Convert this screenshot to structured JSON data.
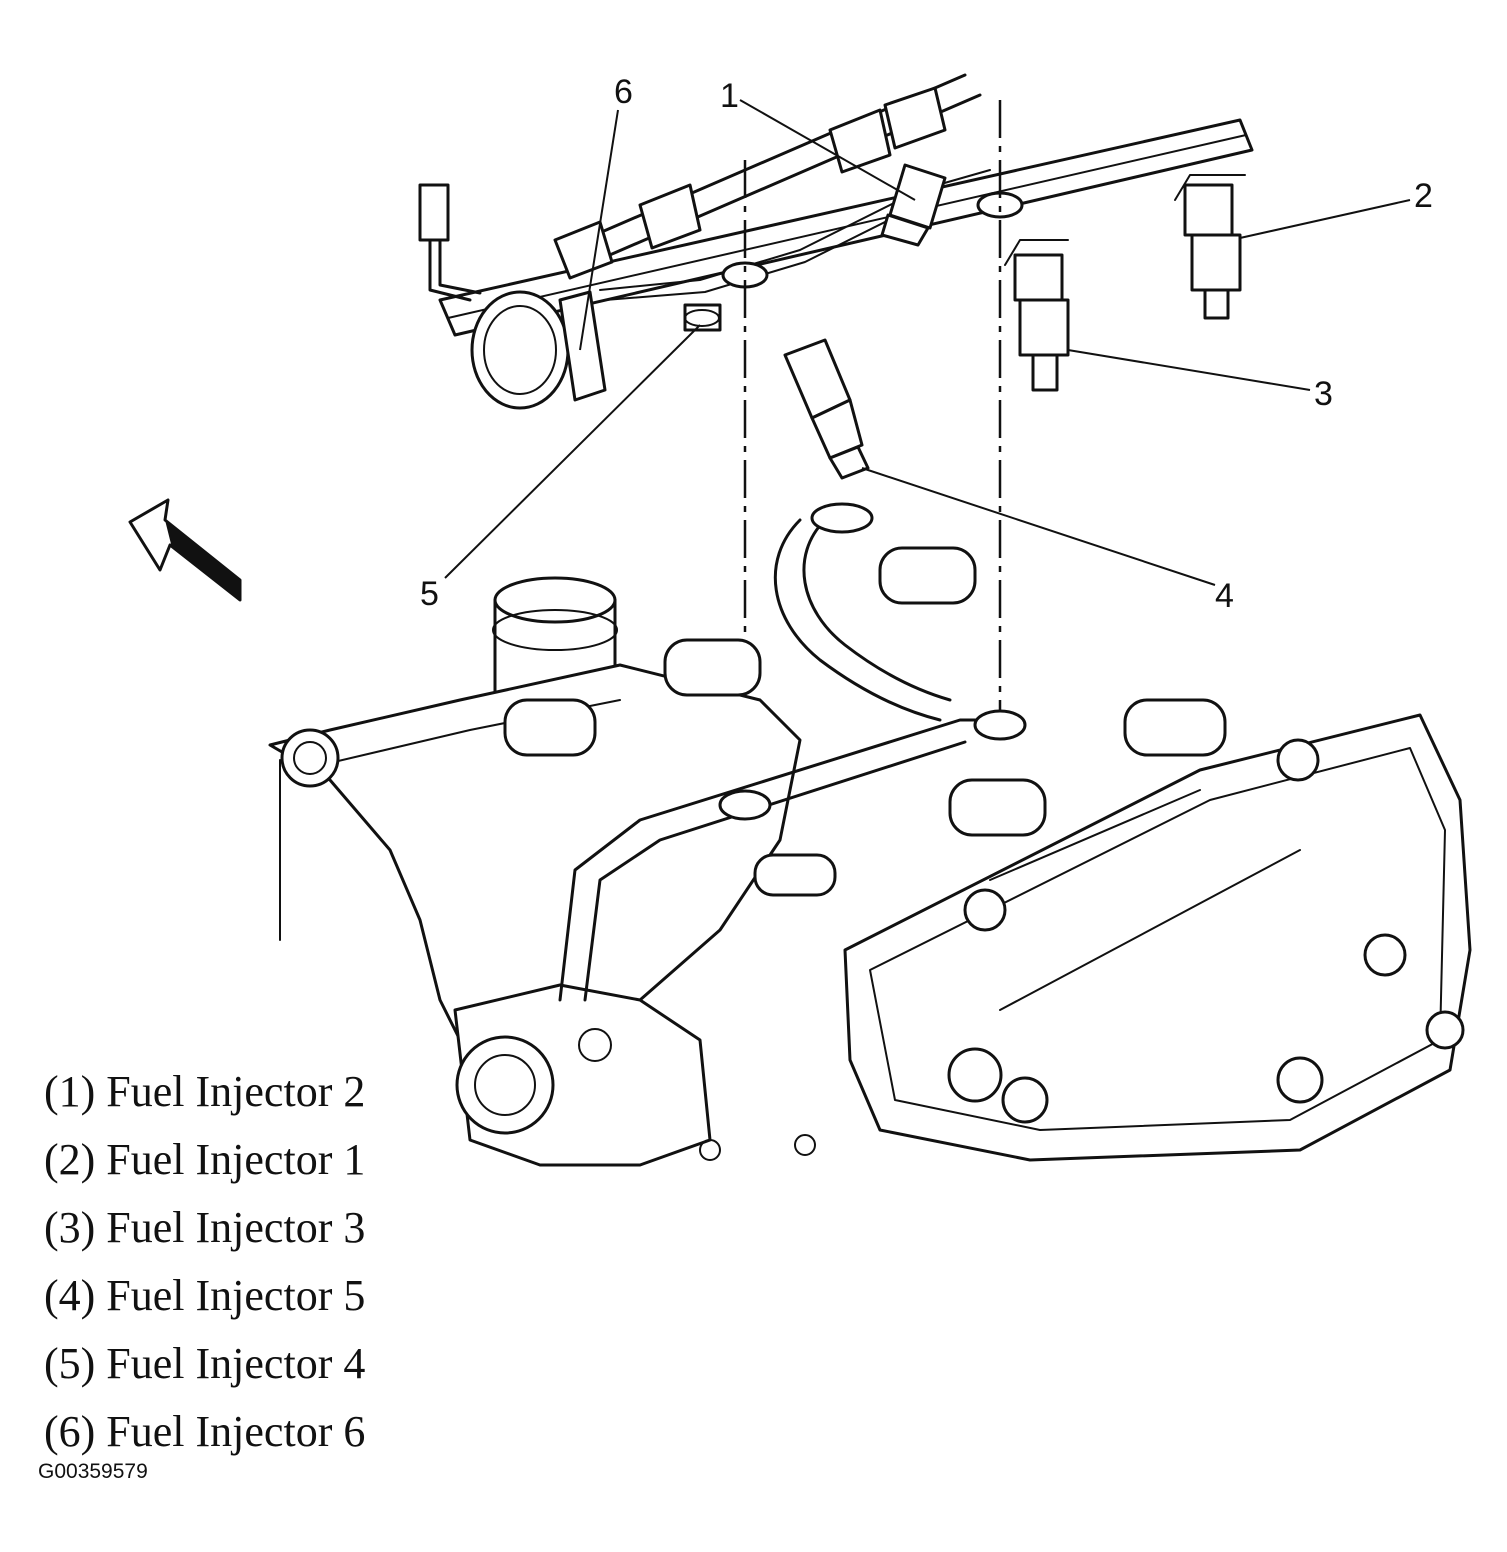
{
  "callouts": [
    {
      "number": "1"
    },
    {
      "number": "2"
    },
    {
      "number": "3"
    },
    {
      "number": "4"
    },
    {
      "number": "5"
    },
    {
      "number": "6"
    }
  ],
  "legend": [
    "(1) Fuel Injector 2",
    "(2) Fuel Injector 1",
    "(3) Fuel Injector 3",
    "(4) Fuel Injector 5",
    "(5) Fuel Injector 4",
    "(6) Fuel Injector 6"
  ],
  "figure_id": "G00359579"
}
